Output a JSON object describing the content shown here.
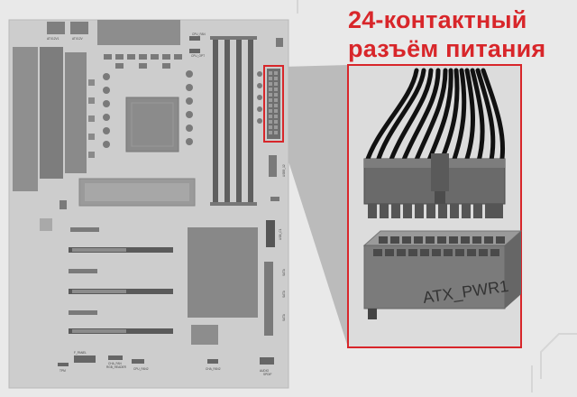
{
  "header": {
    "title_line1": "24-контактный",
    "title_line2": "разъём питания"
  },
  "board": {
    "labels": {
      "atx12v_1": "ATX12V1",
      "atx12v_2": "ATX12V",
      "cpu_fan": "CPU_FAN",
      "cpu_opt": "CPU_OPT",
      "usb_3": "USB3_12",
      "sys_fan": "SYS_FAN",
      "usb_c": "USB_C1",
      "sata_1": "SATA",
      "sata_2": "SATA",
      "sata_3": "SATA",
      "tpm": "TPM",
      "front_panel": "F_PANEL",
      "rgb_header": "RGB_HEADER",
      "cha_fan": "CHA_FAN",
      "cpu_fan2": "CPU_FAN2",
      "cha_fan2": "CHA_FAN2",
      "audio": "AUDIO",
      "spdif": "SPDIF"
    }
  },
  "zoom": {
    "connector_label": "ATX_PWR1"
  },
  "colors": {
    "title": "#d8262a",
    "highlight": "#d8262a",
    "board": "#c9c9c9",
    "component": "#8c8c8c",
    "dark": "#333333"
  }
}
